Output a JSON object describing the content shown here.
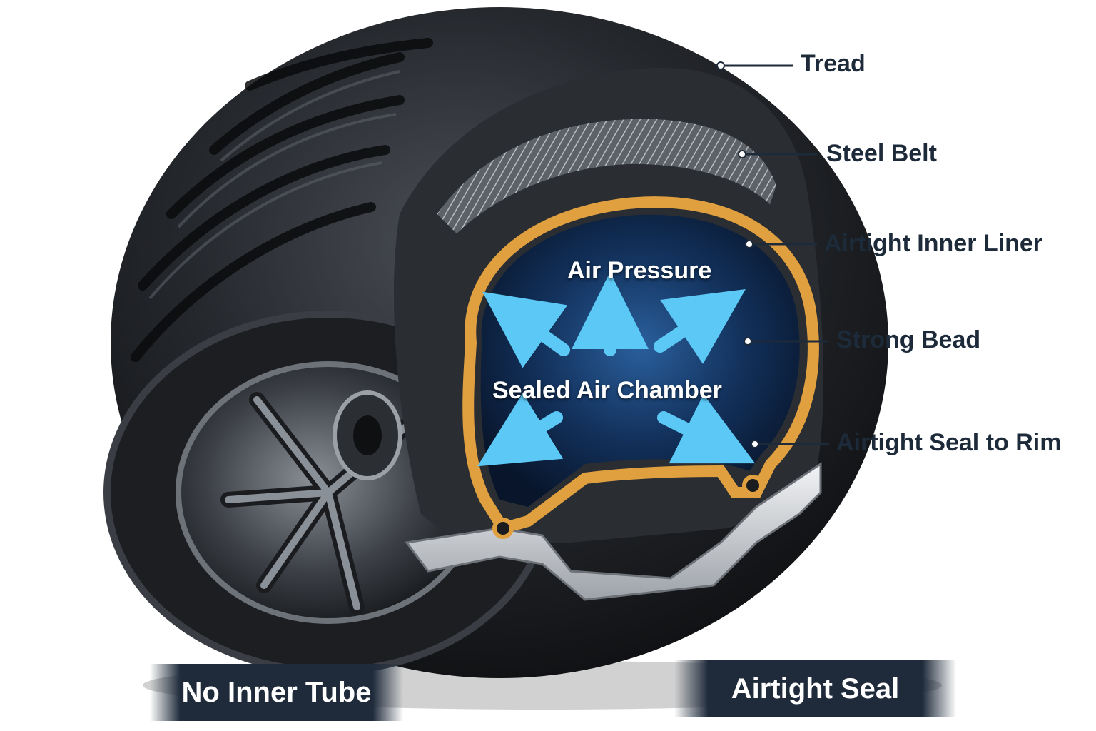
{
  "labels": {
    "tread": "Tread",
    "steel_belt": "Steel Belt",
    "inner_liner": "Airtight Inner Liner",
    "strong_bead": "Strong Bead",
    "seal_to_rim": "Airtight Seal to Rim"
  },
  "chamber": {
    "air_pressure": "Air Pressure",
    "sealed_air_chamber": "Sealed Air Chamber"
  },
  "banners": {
    "left": "No Inner Tube",
    "right": "Airtight Seal"
  },
  "colors": {
    "label_text": "#1d2a3a",
    "tire_rubber": "#1a1c1f",
    "liner_orange": "#e0a040",
    "chamber_blue": "#12305a",
    "arrow_blue": "#5cc8f5",
    "banner_bg": "#1f2b3b"
  }
}
